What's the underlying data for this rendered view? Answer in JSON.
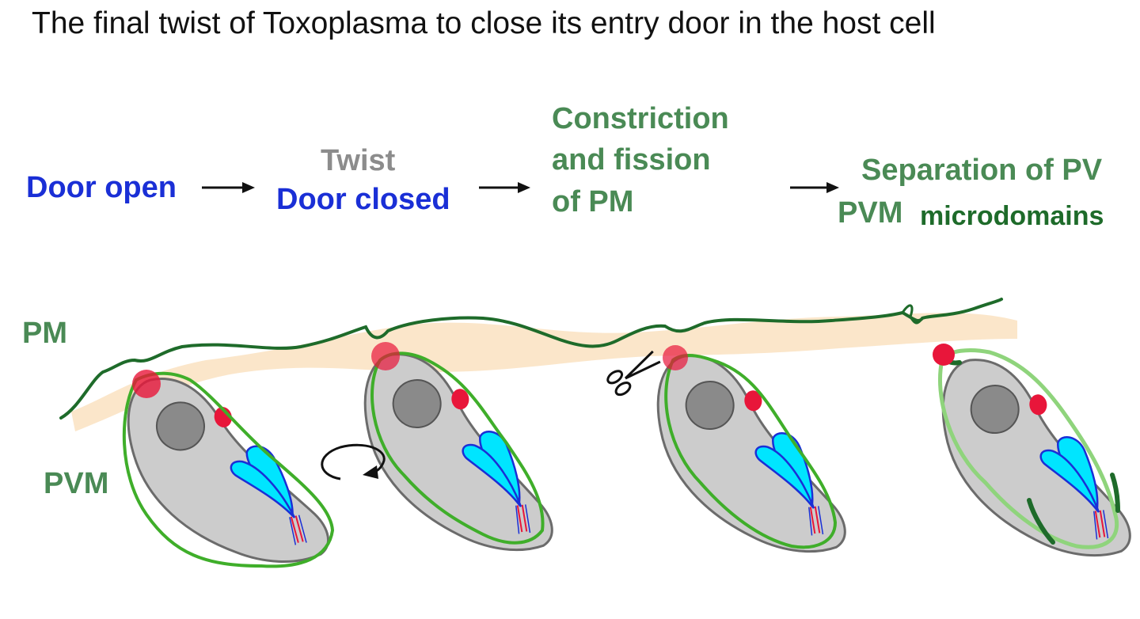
{
  "title": "The final twist of Toxoplasma to close its entry door in the host cell",
  "steps": {
    "step1": "Door open",
    "step2_top": "Twist",
    "step2_bottom": "Door closed",
    "step3_line1": "Constriction",
    "step3_line2": "and fission",
    "step3_line3": "of PM",
    "step4_line1": "Separation of PV",
    "step4_pvm": "PVM",
    "step4_line2": "microdomains"
  },
  "labels": {
    "pm": "PM",
    "pvm": "PVM"
  },
  "colors": {
    "blue": "#1a2fd6",
    "grey": "#8c8c8c",
    "green_text": "#4a8a55",
    "dark_green": "#1e6b2a",
    "pvm_green": "#3fae2a",
    "host_cytoplasm": "#fbe3c4",
    "parasite_body": "#cccccc",
    "nucleus": "#8a8a8a",
    "red_organelle": "#e8163a",
    "rhoptry": "#00e5ff"
  },
  "icons": [
    "arrow-right-icon",
    "rotation-arrow-icon",
    "scissors-icon"
  ]
}
